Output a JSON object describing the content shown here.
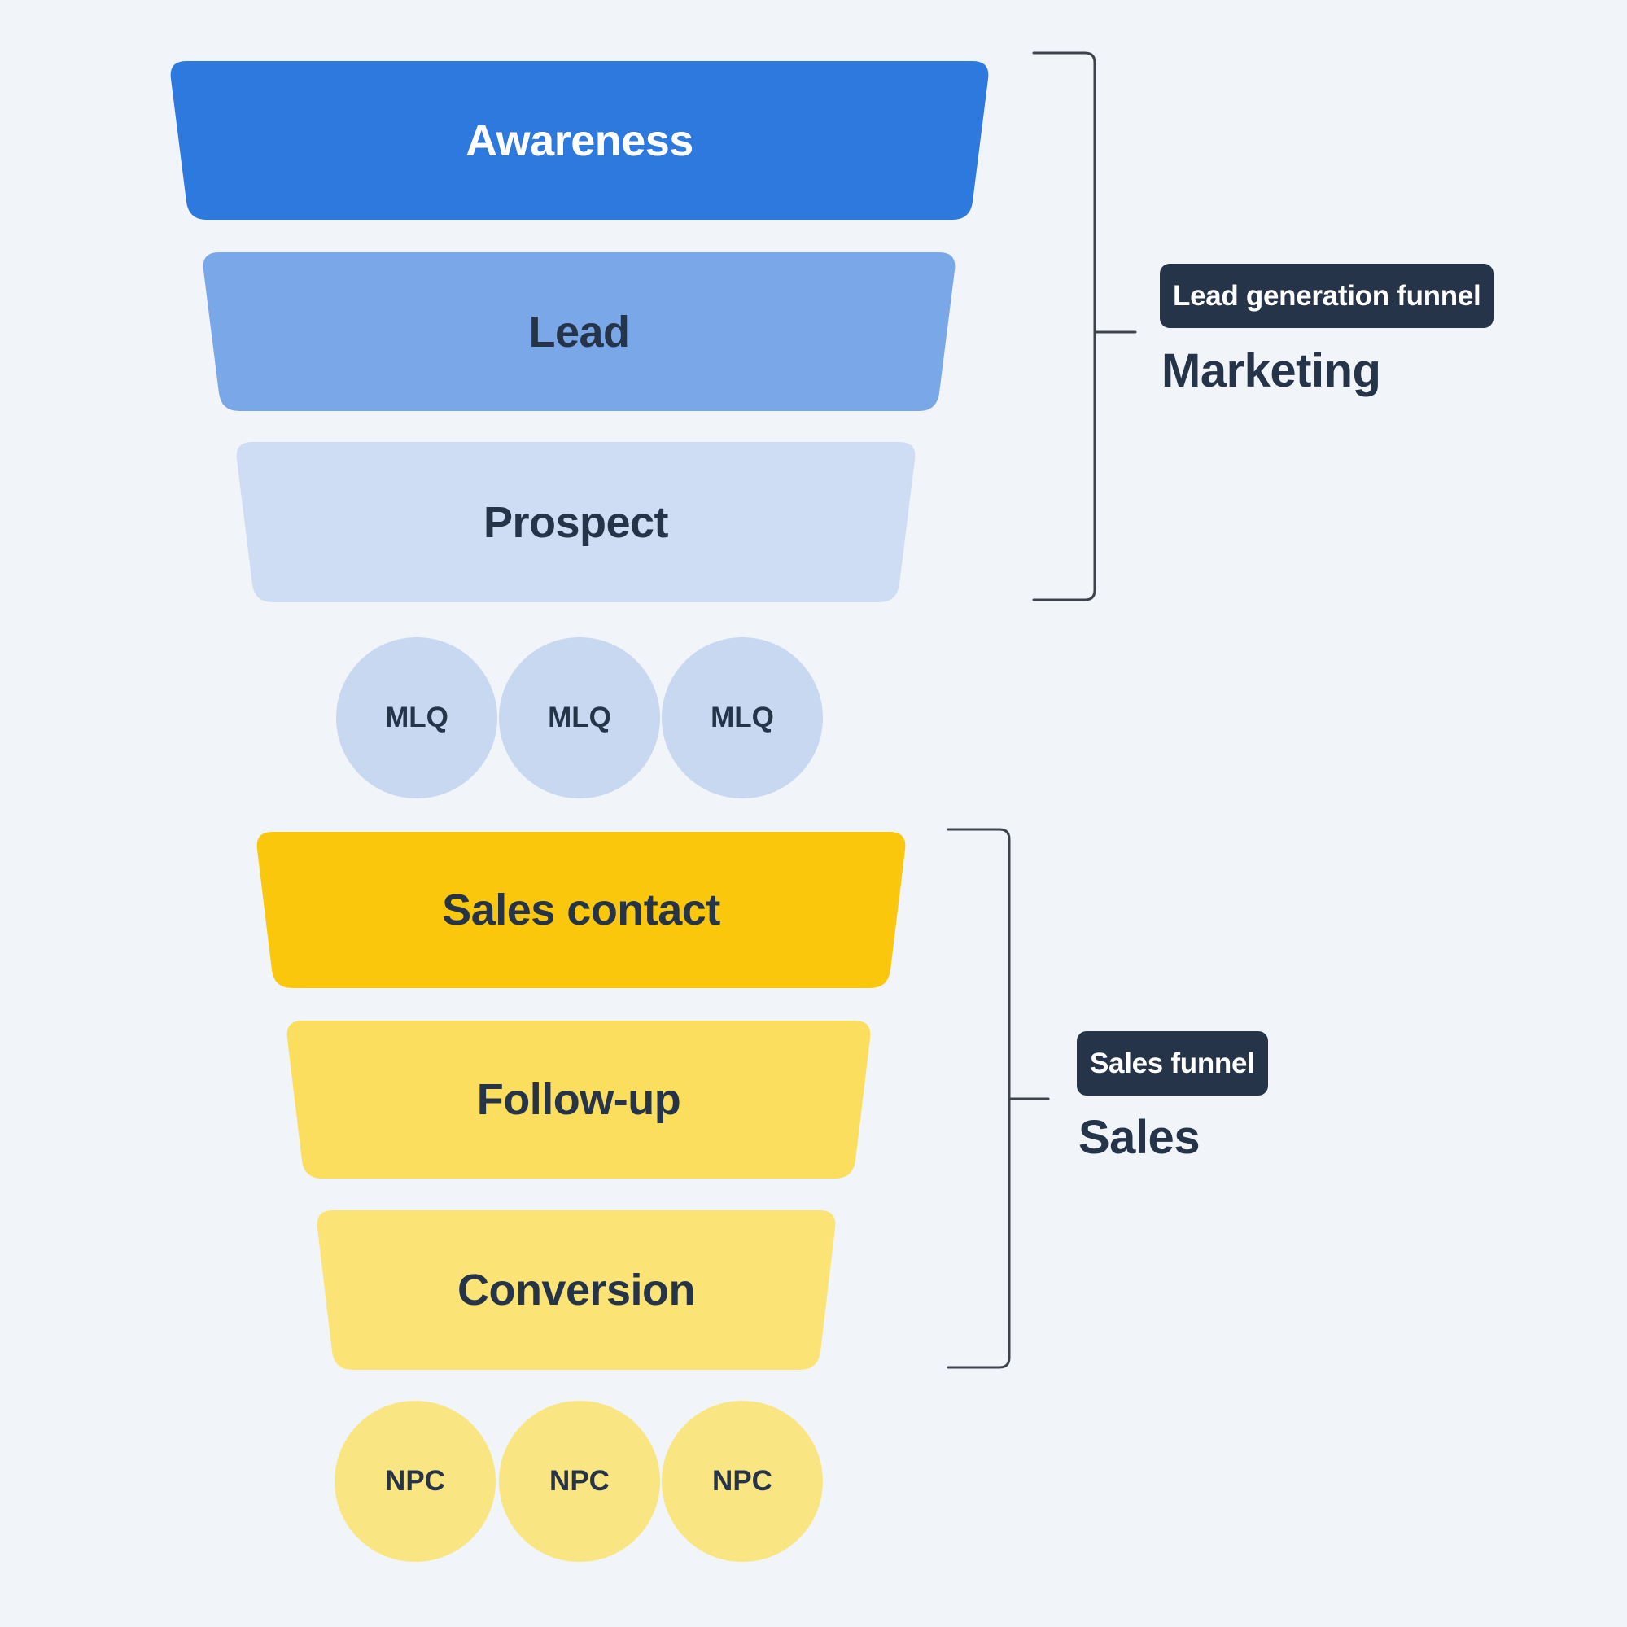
{
  "canvas": {
    "background": "#F1F4F8"
  },
  "marketing": {
    "badge_label": "Lead generation funnel",
    "title": "Marketing",
    "stages": [
      {
        "label": "Awareness",
        "color": "#2E79DE",
        "text_color": "#FFFFFF"
      },
      {
        "label": "Lead",
        "color": "#7AA7E8",
        "text_color": "#263449"
      },
      {
        "label": "Prospect",
        "color": "#CEDDF4",
        "text_color": "#263449"
      }
    ],
    "qualified_leads": {
      "color": "#C9D8F1",
      "text_color": "#263449",
      "items": [
        "MLQ",
        "MLQ",
        "MLQ"
      ]
    }
  },
  "sales": {
    "badge_label": "Sales funnel",
    "title": "Sales",
    "stages": [
      {
        "label": "Sales contact",
        "color": "#FBC70D",
        "text_color": "#263449"
      },
      {
        "label": "Follow-up",
        "color": "#FBDE5D",
        "text_color": "#263449"
      },
      {
        "label": "Conversion",
        "color": "#FBE376",
        "text_color": "#263449"
      }
    ],
    "qualified_leads": {
      "color": "#FAE583",
      "text_color": "#263449",
      "items": [
        "NPC",
        "NPC",
        "NPC"
      ]
    }
  },
  "badge_style": {
    "background": "#263449",
    "text_color": "#FFFFFF"
  },
  "bracket_color": "#3E434B",
  "title_color": "#263449"
}
